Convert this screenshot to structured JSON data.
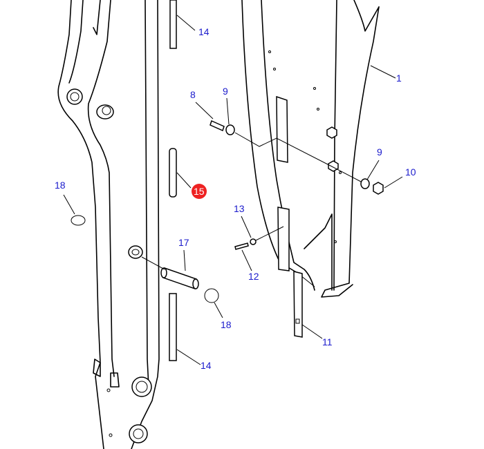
{
  "diagram": {
    "label_color": "#1a1acc",
    "highlight_color": "#ee2222",
    "callouts": [
      {
        "id": "14a",
        "text": "14"
      },
      {
        "id": "1",
        "text": "1"
      },
      {
        "id": "8",
        "text": "8"
      },
      {
        "id": "9a",
        "text": "9"
      },
      {
        "id": "9b",
        "text": "9"
      },
      {
        "id": "10",
        "text": "10"
      },
      {
        "id": "18a",
        "text": "18"
      },
      {
        "id": "15",
        "text": "15",
        "highlighted": true
      },
      {
        "id": "13",
        "text": "13"
      },
      {
        "id": "17",
        "text": "17"
      },
      {
        "id": "12",
        "text": "12"
      },
      {
        "id": "18b",
        "text": "18"
      },
      {
        "id": "11",
        "text": "11"
      },
      {
        "id": "14b",
        "text": "14"
      }
    ]
  }
}
